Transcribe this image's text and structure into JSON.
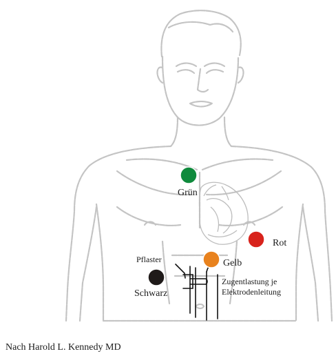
{
  "electrodes": {
    "gruen": {
      "label": "Grün",
      "color": "#0f8a3c"
    },
    "rot": {
      "label": "Rot",
      "color": "#d8231c"
    },
    "gelb": {
      "label": "Gelb",
      "color": "#e8821e"
    },
    "schwarz": {
      "label": "Schwarz",
      "color": "#1f1a19"
    }
  },
  "annotations": {
    "pflaster": "Pflaster",
    "zugentlastung_line1": "Zugentlastung je",
    "zugentlastung_line2": "Elektrodenleitung"
  },
  "credit": "Nach Harold L. Kennedy MD",
  "colors": {
    "outline": "#c4c4c4",
    "leads": "#111111"
  }
}
